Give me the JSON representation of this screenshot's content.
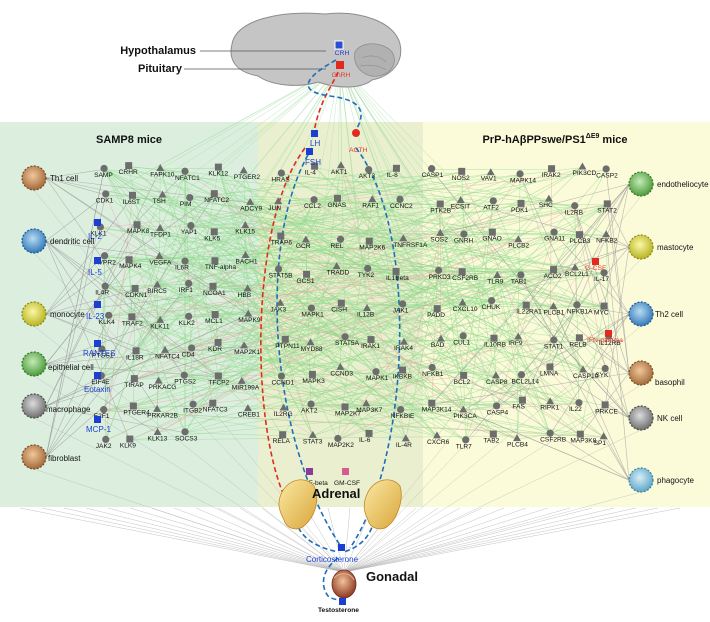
{
  "panels": {
    "left_title": "SAMP8 mice",
    "right_title_main": "PrP-hAβPPswe/PS1",
    "right_title_super": "ΔE9",
    "right_title_suffix": " mice"
  },
  "brain": {
    "hypothalamus": "Hypothalamus",
    "pituitary": "Pituitary",
    "crh": "CRH",
    "gnrh": "GnRH"
  },
  "hormones": {
    "lh": "LH",
    "fsh": "FSH",
    "acth": "ACTH",
    "adrenal": "Adrenal",
    "gonadal": "Gonadal",
    "corticosterone": "Corticosterone",
    "testosterone": "Testosterone",
    "tnf_beta": "TNF-beta",
    "gm_csf": "GM-CSF"
  },
  "left_cells": [
    "Th1 cell",
    "dendritic cell",
    "monocyte",
    "epithelial cell",
    "macrophage",
    "fibroblast"
  ],
  "right_cells": [
    "endotheliocyte",
    "mastocyte",
    "Th2 cell",
    "basophil",
    "NK cell",
    "phagocyte"
  ],
  "left_cytokines": [
    "IL-2",
    "IL-5",
    "IL-23",
    "RANTES",
    "Eotaxin",
    "MCP-1"
  ],
  "right_markers": [
    "G-CSF",
    "IFN-gamma"
  ],
  "genes_left": [
    "SAMP",
    "CRHR",
    "FAPK10",
    "NFATC1",
    "KLK12",
    "PTGER2",
    "CDK1",
    "IL6ST",
    "TSH",
    "PIM",
    "NFATC2",
    "ADCY9",
    "KLK1",
    "MAPK8",
    "TFDP1",
    "YAP1",
    "KLK5",
    "KLK15",
    "AVPR2",
    "MAPK4",
    "VEGFA",
    "IL6R",
    "TNF-alpha",
    "BACH1",
    "IL4R",
    "CDKN1",
    "BIRC5",
    "IRF1",
    "NCOA1",
    "HBB",
    "KLK4",
    "TRAF2",
    "KLK11",
    "KLK2",
    "MCL1",
    "MAPK9",
    "PTGS1",
    "IL18R",
    "NFATC4",
    "CD4",
    "KDR",
    "MAP2K1",
    "EIF4E",
    "TIRAP",
    "PRKACG",
    "PTGS2",
    "TFCP2",
    "MIR199A",
    "E2F1",
    "PTGER4",
    "PRKAR2B",
    "ITGB2",
    "NFATC3",
    "CREB1",
    "JAK2",
    "KLK9",
    "KLK13",
    "SOCS3"
  ],
  "genes_center": [
    "HRAS",
    "IL-4",
    "AKT1",
    "AKT3",
    "IL-8",
    "JUN",
    "CCL2",
    "GNAS",
    "RAF1",
    "CCNC2",
    "TRAP6",
    "GCR",
    "REL",
    "MAP2K6",
    "TNFRSF1A",
    "STAT5B",
    "GCS1",
    "TRADD",
    "TYK2",
    "IL1Beta",
    "JAK3",
    "MAPK1",
    "CISH",
    "IL12B",
    "JAK1",
    "PTPN11",
    "MYD88",
    "STAT5A",
    "IRAK1",
    "IRAK4",
    "CCND1",
    "MAPK3",
    "CCND3",
    "MAPK1",
    "IKBKB",
    "IL2RG",
    "AKT2",
    "MAP2K7",
    "MAP3K7",
    "NFKBIE",
    "RELA",
    "STAT3",
    "MAP2K2",
    "IL-6",
    "IL-4R"
  ],
  "genes_right": [
    "CASP1",
    "NOS2",
    "VAV1",
    "MAPK14",
    "IRAK2",
    "PIK3CD",
    "CASP2",
    "PTK2B",
    "ECSIT",
    "ATF2",
    "PDK1",
    "SHC",
    "IL2RB",
    "STAT2",
    "SOS2",
    "GNRH",
    "GNAO",
    "PLCB2",
    "GNA11",
    "PLCB3",
    "NFKB2",
    "PRKD3",
    "CSF2RB",
    "TLR9",
    "TAB1",
    "ACO2",
    "BCL2L1",
    "IL-17",
    "PADD",
    "CXCL10",
    "CHUK",
    "IL22RA1",
    "PLCB1",
    "NFKB1A",
    "MYC",
    "BAD",
    "CUL1",
    "IL10RB",
    "IRF9",
    "STAT1",
    "RELB",
    "IL12RB",
    "NFKB1",
    "BCL2",
    "CASP8",
    "BCL2L14",
    "LMNA",
    "CASP10",
    "SYK",
    "MAP3K14",
    "PIK3CA",
    "CASP4",
    "FAS",
    "RIPK1",
    "IL22",
    "PRKCE",
    "CXCR6",
    "TLR7",
    "TAB2",
    "PLCB4",
    "CSF2RB",
    "MAP3K8",
    "SP1"
  ]
}
